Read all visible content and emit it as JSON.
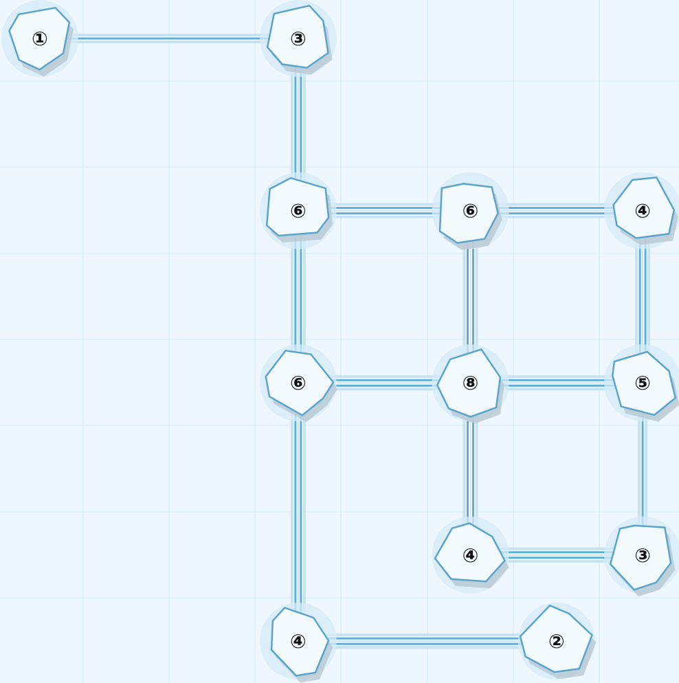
{
  "puzzle": {
    "islands": [
      {
        "id": "a",
        "col": 0,
        "row": 0,
        "label": "①",
        "value": 1
      },
      {
        "id": "b",
        "col": 3,
        "row": 0,
        "label": "③",
        "value": 3
      },
      {
        "id": "c",
        "col": 3,
        "row": 2,
        "label": "⑥",
        "value": 6
      },
      {
        "id": "d",
        "col": 5,
        "row": 2,
        "label": "⑥",
        "value": 6
      },
      {
        "id": "e",
        "col": 7,
        "row": 2,
        "label": "④",
        "value": 4
      },
      {
        "id": "f",
        "col": 3,
        "row": 4,
        "label": "⑥",
        "value": 6
      },
      {
        "id": "g",
        "col": 5,
        "row": 4,
        "label": "⑧",
        "value": 8
      },
      {
        "id": "h",
        "col": 7,
        "row": 4,
        "label": "⑤",
        "value": 5
      },
      {
        "id": "i",
        "col": 5,
        "row": 6,
        "label": "④",
        "value": 4
      },
      {
        "id": "j",
        "col": 7,
        "row": 6,
        "label": "③",
        "value": 3
      },
      {
        "id": "k",
        "col": 3,
        "row": 7,
        "label": "④",
        "value": 4
      },
      {
        "id": "l",
        "col": 6,
        "row": 7,
        "label": "②",
        "value": 2
      }
    ],
    "bridges": [
      {
        "from": "a",
        "to": "b",
        "count": 1
      },
      {
        "from": "b",
        "to": "c",
        "count": 2
      },
      {
        "from": "c",
        "to": "d",
        "count": 2
      },
      {
        "from": "d",
        "to": "e",
        "count": 2
      },
      {
        "from": "c",
        "to": "f",
        "count": 2
      },
      {
        "from": "d",
        "to": "g",
        "count": 2
      },
      {
        "from": "e",
        "to": "h",
        "count": 2
      },
      {
        "from": "f",
        "to": "g",
        "count": 2
      },
      {
        "from": "g",
        "to": "h",
        "count": 2
      },
      {
        "from": "f",
        "to": "k",
        "count": 2
      },
      {
        "from": "g",
        "to": "i",
        "count": 2
      },
      {
        "from": "h",
        "to": "j",
        "count": 1
      },
      {
        "from": "i",
        "to": "j",
        "count": 2
      },
      {
        "from": "k",
        "to": "l",
        "count": 2
      }
    ]
  },
  "colors": {
    "background": "#eef7fd",
    "grid": "#d3e8f6",
    "bridge": "#5aaedc",
    "bridge_halo": "#bfe0f3",
    "island_fill": "#f3fafe",
    "island_stroke": "#5aa4cc",
    "island_glow": "#d6ebf8",
    "island_shadow": "#b9c8d2"
  }
}
